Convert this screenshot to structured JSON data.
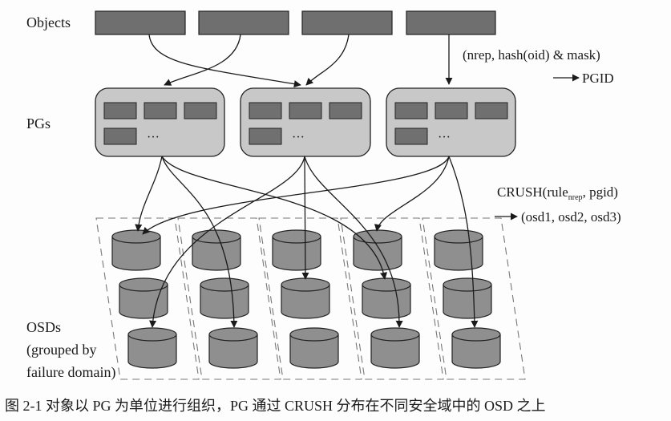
{
  "labels": {
    "objects": "Objects",
    "pgs": "PGs",
    "osds_line1": "OSDs",
    "osds_line2": "(grouped by",
    "osds_line3": "failure domain)",
    "ellipsis": "···"
  },
  "annotations": {
    "mapping_top": "(nrep, hash(oid) & mask)",
    "mapping_result": "PGID",
    "crush_prefix": "CRUSH(rule",
    "crush_sub": "nrep",
    "crush_suffix": ", pgid)",
    "crush_result": "(osd1, osd2, osd3)"
  },
  "caption": "图 2-1   对象以 PG 为单位进行组织，PG 通过 CRUSH 分布在不同安全域中的 OSD 之上",
  "colors": {
    "object_fill": "#6f6f6f",
    "pg_fill": "#c8c8c8",
    "pg_inner_fill": "#707070",
    "osd_fill": "#8f8f8f",
    "line": "#1a1a1a"
  }
}
